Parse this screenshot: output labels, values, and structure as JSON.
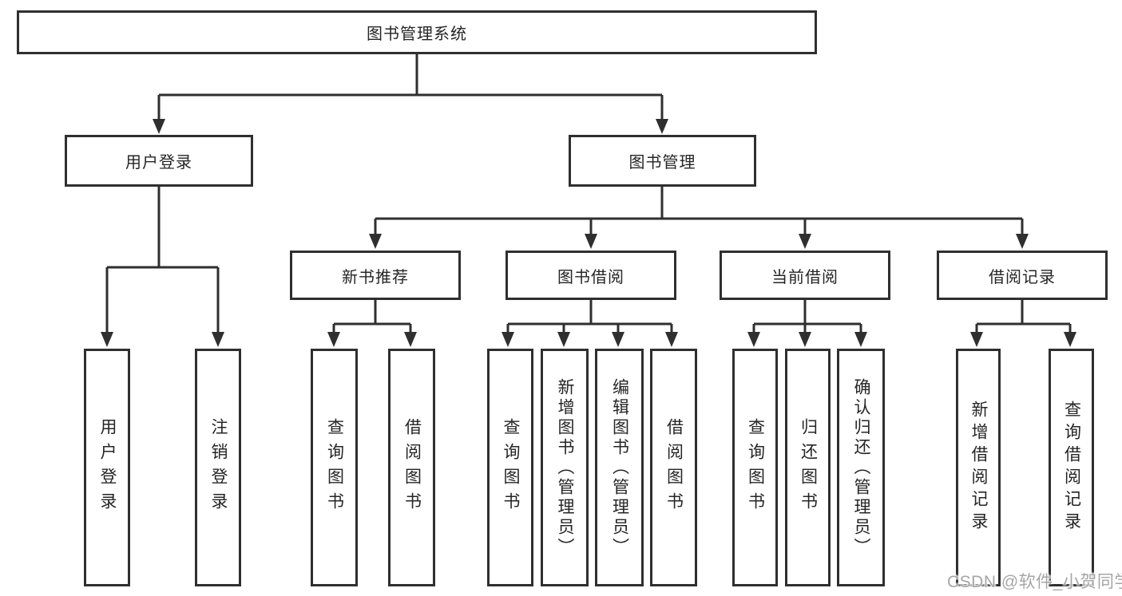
{
  "nodes": {
    "root": "图书管理系统",
    "userLogin": "用户登录",
    "bookManagement": "图书管理",
    "newBookRecommend": "新书推荐",
    "bookBorrow": "图书借阅",
    "currentBorrow": "当前借阅",
    "borrowRecord": "借阅记录",
    "leafUserLogin": "用户登录",
    "leafLogout": "注销登录",
    "nbQueryBook": "查询图书",
    "nbBorrowBook": "借阅图书",
    "bbQueryBook": "查询图书",
    "bbAddBook": "新增图书（管理员）",
    "bbEditBook": "编辑图书（管理员）",
    "bbBorrowBook": "借阅图书",
    "cbQueryBook": "查询图书",
    "cbReturnBook": "归还图书",
    "cbConfirmReturn": "确认归还（管理员）",
    "brAddRecord": "新增借阅记录",
    "brQueryRecord": "查询借阅记录"
  },
  "watermark": "CSDN @软件_小贺同学",
  "colors": {
    "line": "#2f2f2f",
    "text": "#252525",
    "watermark": "#a6a6a6",
    "background": "#ffffff"
  }
}
